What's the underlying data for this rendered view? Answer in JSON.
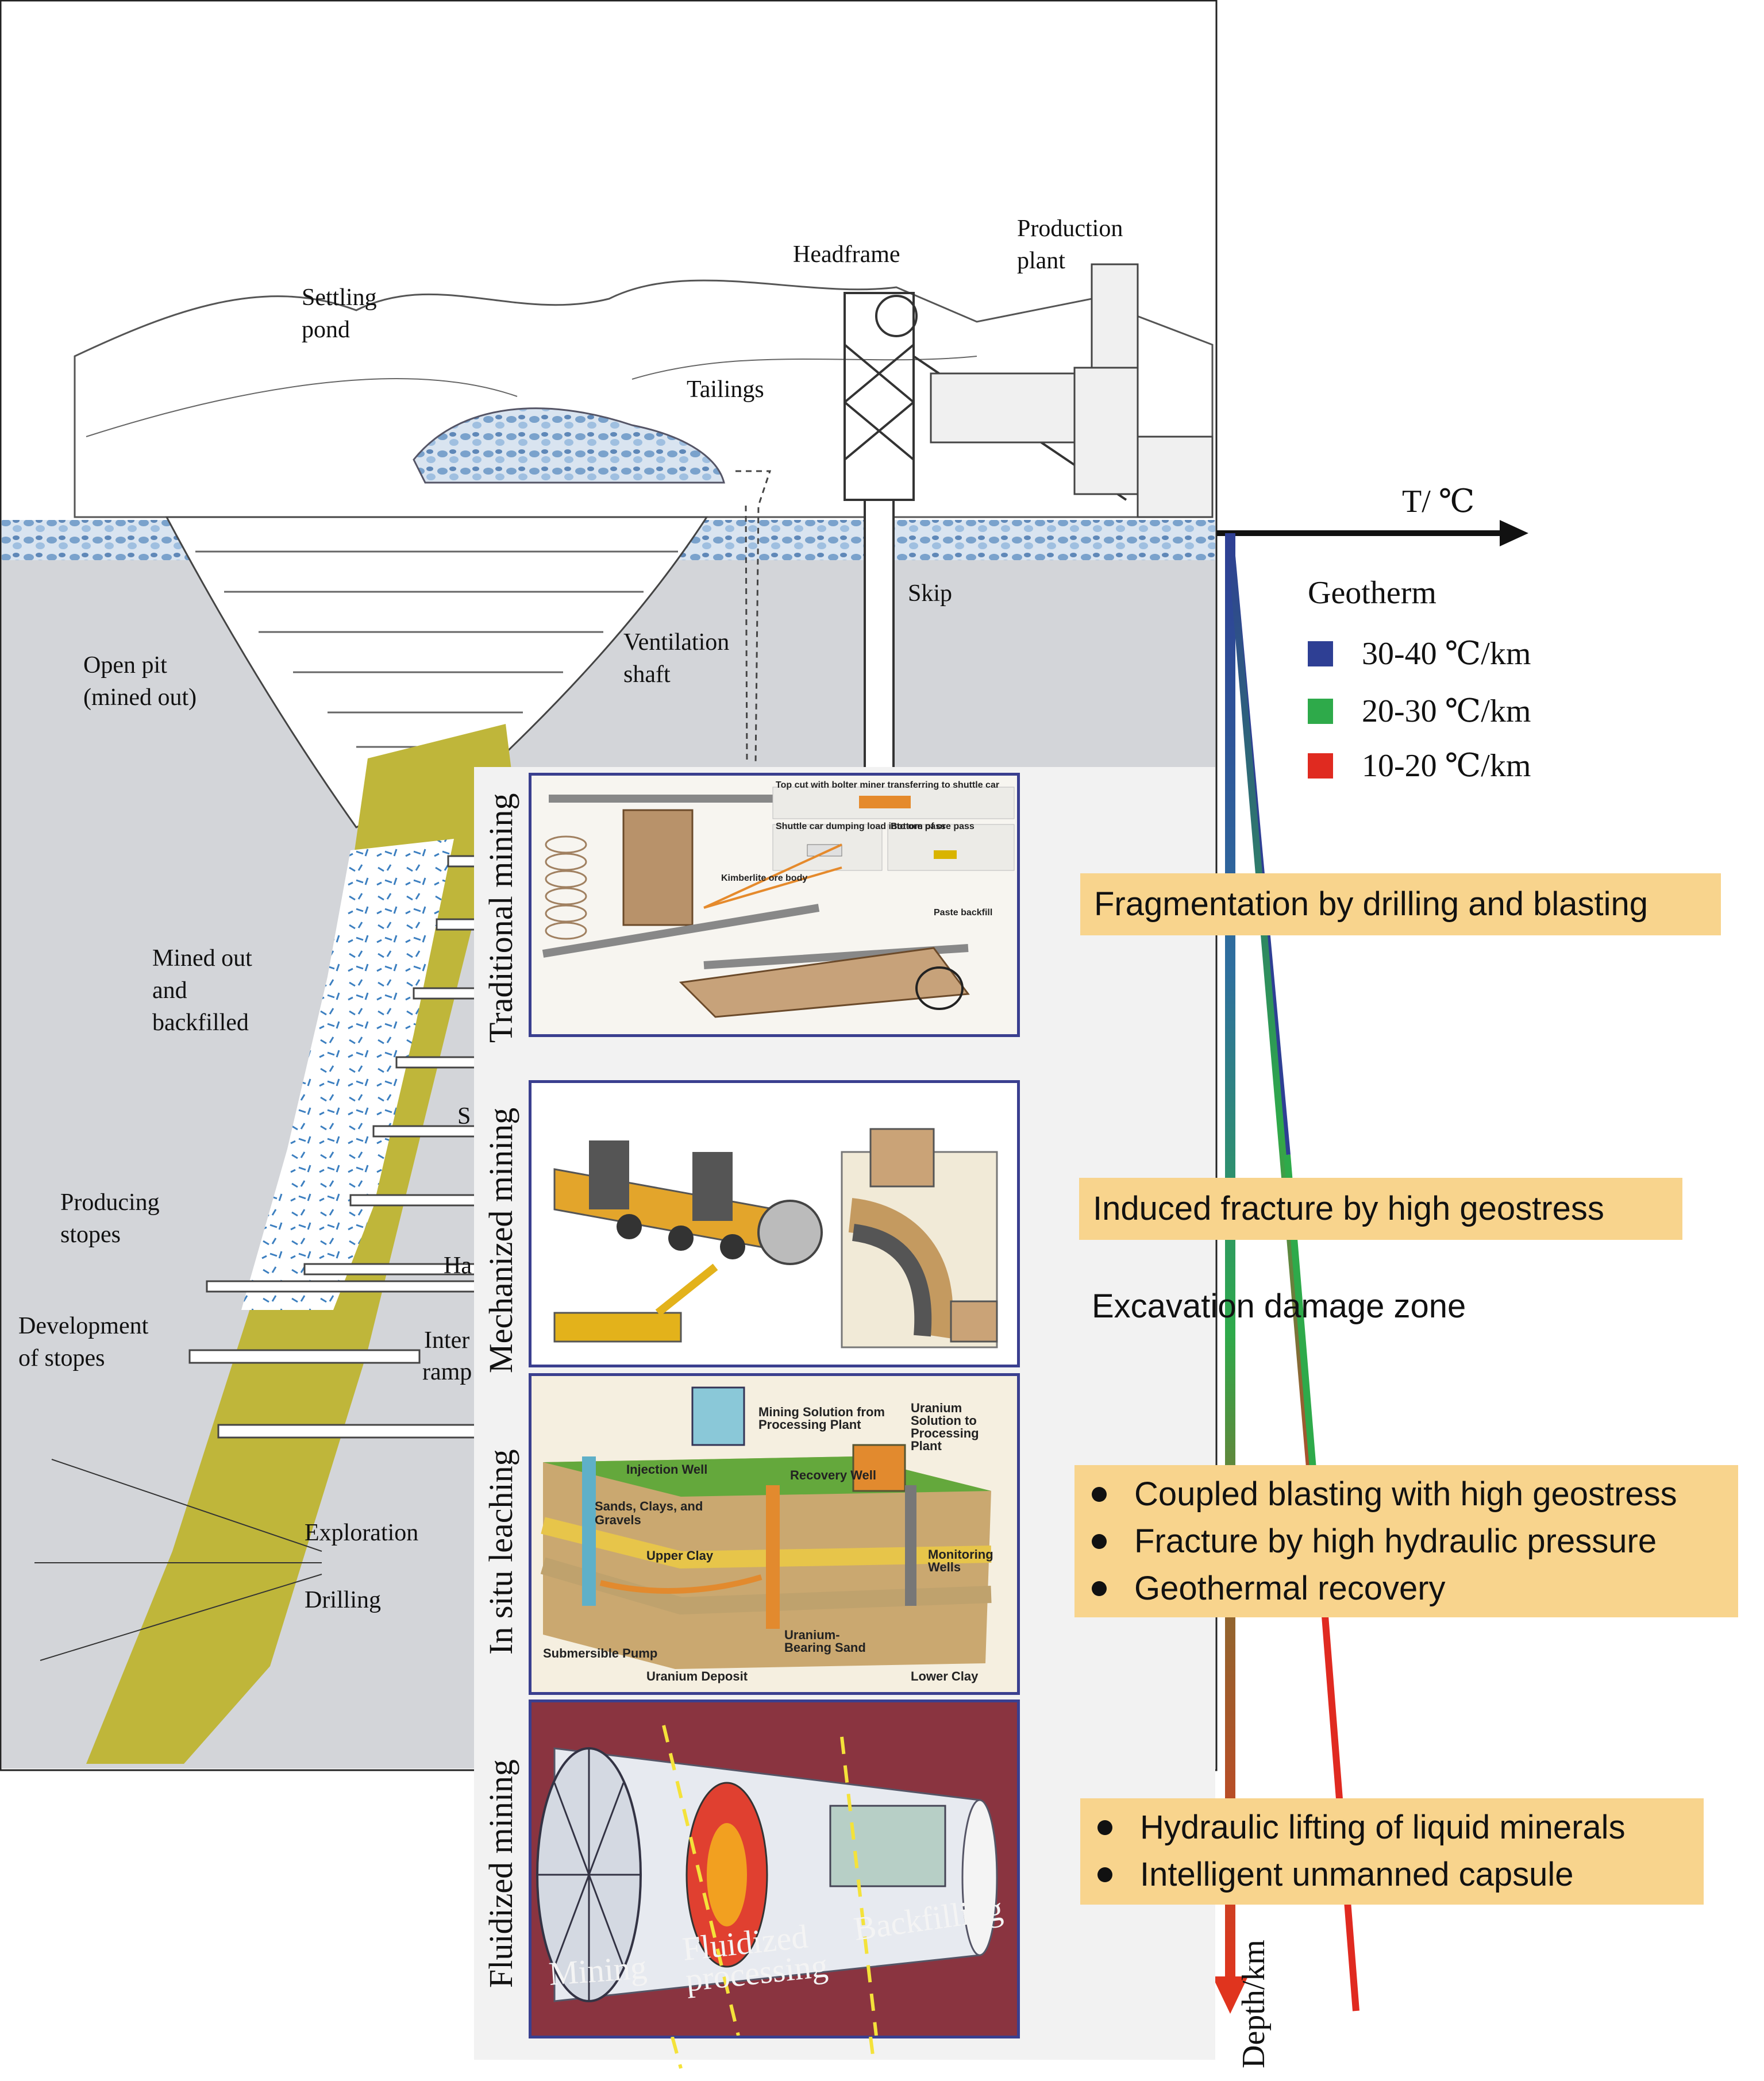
{
  "mine_labels": {
    "settling_pond": "Settling\npond",
    "tailings": "Tailings",
    "headframe": "Headframe",
    "production_plant": "Production\nplant",
    "skip": "Skip",
    "ventilation_shaft": "Ventilation\nshaft",
    "open_pit": "Open pit\n(mined out)",
    "mined_out": "Mined out\nand\nbackfilled",
    "producing_stopes": "Producing\nstopes",
    "development": "Development\nof stopes",
    "exploration": "Exploration",
    "drilling": "Drilling",
    "partial_s": "S",
    "partial_ha": "Ha",
    "partial_inter": "Inter",
    "partial_ramp": "ramp"
  },
  "panels": [
    {
      "title": "Traditional mining",
      "inner": [
        "Top cut with bolter miner transferring to shuttle car",
        "Shuttle car dumping load into ore pass",
        "Bottom of ore pass",
        "Kimberlite ore body",
        "Paste backfill"
      ]
    },
    {
      "title": "Mechanized mining",
      "inner": []
    },
    {
      "title": "In situ leaching",
      "inner": [
        "Mining Solution from Processing Plant",
        "Uranium Solution to Processing Plant",
        "Injection Well",
        "Recovery Well",
        "Sands, Clays, and Gravels",
        "Upper Clay",
        "Monitoring Wells",
        "Uranium-Bearing Sand",
        "Submersible Pump",
        "Uranium Deposit",
        "Lower Clay"
      ]
    },
    {
      "title": "Fluidized mining",
      "inner": [
        "Mining",
        "Fluidized\nprocessing",
        "Backfilling"
      ]
    }
  ],
  "callouts": {
    "traditional": "Fragmentation by drilling and blasting",
    "mechanized": "Induced fracture by high geostress",
    "in_situ": [
      "Coupled blasting with high geostress",
      "Fracture by high hydraulic pressure",
      "Geothermal recovery"
    ],
    "fluidized": [
      "Hydraulic lifting of liquid minerals",
      "Intelligent unmanned capsule"
    ]
  },
  "edz_label": "Excavation damage zone",
  "axes": {
    "temperature": "T/ ℃",
    "depth": "Depth/km"
  },
  "legend": {
    "title": "Geotherm",
    "items": [
      {
        "label": "30-40 ℃/km",
        "color": "#2e3f94"
      },
      {
        "label": "20-30 ℃/km",
        "color": "#2eaa4a"
      },
      {
        "label": "10-20 ℃/km",
        "color": "#e02a20"
      }
    ]
  },
  "colors": {
    "ore_body": "#bfb63a",
    "highlight": "#f8d48d",
    "arrow": "#2e2e8c",
    "panel_border": "#3a3f8f"
  }
}
